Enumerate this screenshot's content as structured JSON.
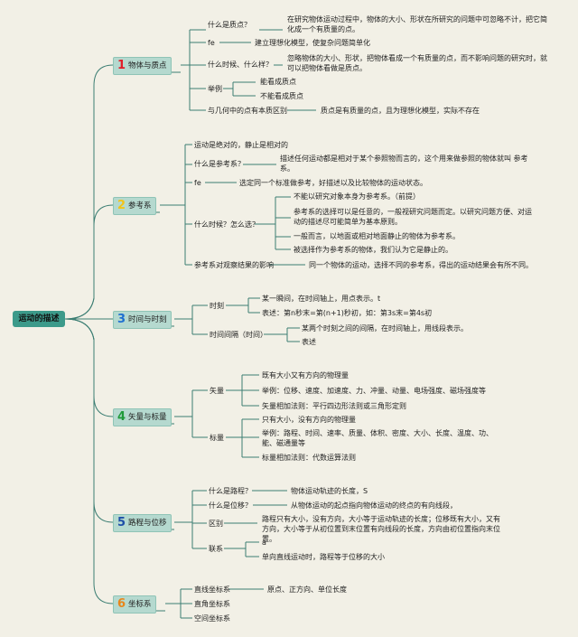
{
  "root": "运动的描述",
  "colors": {
    "n1": "#e0202a",
    "n2": "#f2c418",
    "n3": "#1e6fd0",
    "n4": "#1f9a3a",
    "n5": "#1e4fa8",
    "n6": "#e8861a"
  },
  "topics": [
    {
      "num": "1",
      "label": "物体与质点"
    },
    {
      "num": "2",
      "label": "参考系"
    },
    {
      "num": "3",
      "label": "时间与时刻"
    },
    {
      "num": "4",
      "label": "矢量与标量"
    },
    {
      "num": "5",
      "label": "路程与位移"
    },
    {
      "num": "6",
      "label": "坐标系"
    }
  ],
  "t1": {
    "a": "什么是质点？",
    "a_d": "在研究物体运动过程中，物体的大小、形状在所研究的问题中可忽略不计，把它简化成一个有质量的点。",
    "b": "fe",
    "b_d": "建立理想化模型，使复杂问题简单化",
    "c": "什么时候、什么样？",
    "c_d": "忽略物体的大小、形状，把物体看成一个有质量的点，而不影响问题的研究时，就可以把物体看做是质点。",
    "d": "举例",
    "d1": "能看成质点",
    "d2": "不能看成质点",
    "e": "与几何中的点有本质区别",
    "e_d": "质点是有质量的点，且为理想化模型，实际不存在"
  },
  "t2": {
    "a": "运动是绝对的，静止是相对的",
    "b": "什么是参考系？",
    "b_d": "描述任何运动都是相对于某个参照物而言的，这个用来做参照的物体就叫 参考系。",
    "c": "fe",
    "c_d": "选定同一个标准做参考，好描述以及比较物体的运动状态。",
    "d": "什么时候？怎么选？",
    "d1": "不能以研究对象本身为参考系。（前提）",
    "d2": "参考系的选择可以是任意的，一般视研究问题而定。以研究问题方便、对运动的描述尽可能简单为基本原则。",
    "d3": "一般而言，以地面或相对地面静止的物体为参考系。",
    "d4": "被选择作为参考系的物体，我们认为它是静止的。",
    "e": "参考系对观察结果的影响",
    "e_d": "同一个物体的运动，选择不同的参考系，得出的运动结果会有所不同。"
  },
  "t3": {
    "a": "时刻",
    "a1": "某一瞬间，在时间轴上，用点表示。t",
    "a2": "表述：第n秒末=第(n+1)秒初，如：第3s末=第4s初",
    "b": "时间间隔（时间）",
    "b1": "某两个时刻之间的间隔，在时间轴上，用线段表示。",
    "b2": "表述"
  },
  "t4": {
    "a": "矢量",
    "a1": "既有大小又有方向的物理量",
    "a2": "举例：位移、速度、加速度、力、冲量、动量、电场强度、磁场强度等",
    "a3": "矢量相加法则：平行四边形法则或三角形定则",
    "b": "标量",
    "b1": "只有大小，没有方向的物理量",
    "b2": "举例：路程、时间、速率、质量、体积、密度、大小、长度、温度、功、能、磁通量等",
    "b3": "标量相加法则：代数运算法则"
  },
  "t5": {
    "a": "什么是路程？",
    "a_d": "物体运动轨迹的长度，S",
    "b": "什么是位移？",
    "b_d": "从物体运动的起点指向物体运动的终点的有向线段，",
    "c": "区别",
    "c_d": "路程只有大小，没有方向，大小等于运动轨迹的长度；位移既有大小，又有方向，大小等于从初位置到末位置有向线段的长度，方向由初位置指向末位置。",
    "d": "联系",
    "d1": "a",
    "d2": "单向直线运动时，路程等于位移的大小"
  },
  "t6": {
    "a": "直线坐标系",
    "a_d": "原点、正方向、单位长度",
    "b": "直角坐标系",
    "c": "空间坐标系"
  }
}
